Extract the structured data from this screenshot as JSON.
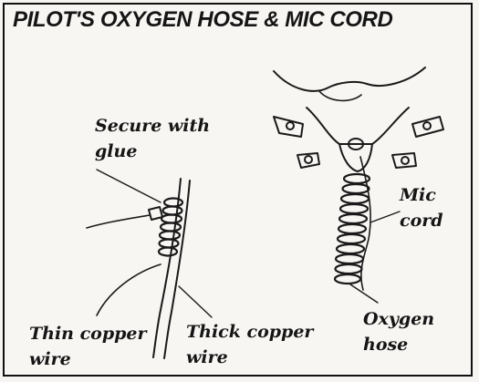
{
  "title": "PILOT'S OXYGEN HOSE & MIC CORD",
  "labels": {
    "secure_line1": "Secure with",
    "secure_line2": "glue",
    "mic_line1": "Mic",
    "mic_line2": "cord",
    "thin_line1": "Thin copper",
    "thin_line2": "wire",
    "thick_line1": "Thick copper",
    "thick_line2": "wire",
    "oxygen_line1": "Oxygen",
    "oxygen_line2": "hose"
  },
  "colors": {
    "ink": "#1a1a1a",
    "paper": "#f8f6f3"
  }
}
